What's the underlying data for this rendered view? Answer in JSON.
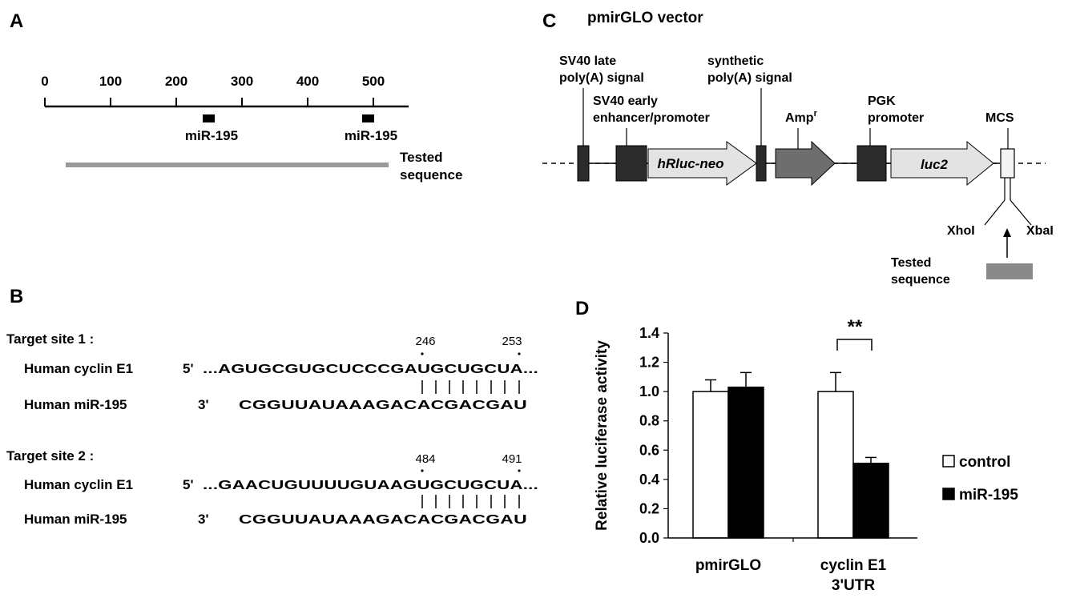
{
  "panel_a": {
    "label": "A",
    "scale_ticks": [
      "0",
      "100",
      "200",
      "300",
      "400",
      "500"
    ],
    "site1_label": "miR-195",
    "site2_label": "miR-195",
    "tested_label_line1": "Tested",
    "tested_label_line2": "sequence"
  },
  "panel_b": {
    "label": "B",
    "site1": {
      "title": "Target site 1 :",
      "pos_start": "246",
      "pos_end": "253",
      "target_name": "Human cyclin E1",
      "target_end": "5'",
      "target_seq": "...AGUGCGUGCUCCCGAUGCUGCUA...",
      "mirna_name": "Human miR-195",
      "mirna_end": "3'",
      "mirna_seq": "CGGUUAUAAAGACACGACGAU"
    },
    "site2": {
      "title": "Target site 2 :",
      "pos_start": "484",
      "pos_end": "491",
      "target_name": "Human cyclin E1",
      "target_end": "5'",
      "target_seq": "...GAACUGUUUUGUAAGUGCUGCUA...",
      "mirna_name": "Human miR-195",
      "mirna_end": "3'",
      "mirna_seq": "CGGUUAUAAAGACACGACGAU"
    }
  },
  "panel_c": {
    "label": "C",
    "title": "pmirGLO vector",
    "sv40_late_1": "SV40 late",
    "sv40_late_2": "poly(A) signal",
    "sv40_early_1": "SV40 early",
    "sv40_early_2": "enhancer/promoter",
    "synthetic_1": "synthetic",
    "synthetic_2": "poly(A) signal",
    "amp": "Amp",
    "amp_sup": "r",
    "pgk_1": "PGK",
    "pgk_2": "promoter",
    "mcs": "MCS",
    "hrluc": "hRluc-neo",
    "luc2": "luc2",
    "xhoi": "XhoI",
    "xbai": "XbaI",
    "tested_1": "Tested",
    "tested_2": "sequence",
    "colors": {
      "dark_box": "#2b2b2b",
      "amp_arrow": "#6e6e6e",
      "gene_arrow": "#e3e3e3",
      "tested_bar": "#8a8a8a"
    }
  },
  "panel_d": {
    "label": "D",
    "significance": "**",
    "legend": [
      {
        "name": "control",
        "color": "#ffffff"
      },
      {
        "name": "miR-195",
        "color": "#000000"
      }
    ]
  },
  "chart_data": {
    "type": "bar",
    "categories": [
      "pmirGLO",
      "cyclin E1 3'UTR"
    ],
    "category_lines": [
      [
        "pmirGLO"
      ],
      [
        "cyclin E1",
        "3'UTR"
      ]
    ],
    "series": [
      {
        "name": "control",
        "values": [
          1.0,
          1.0
        ],
        "errors": [
          0.08,
          0.13
        ],
        "color": "#ffffff"
      },
      {
        "name": "miR-195",
        "values": [
          1.03,
          0.51
        ],
        "errors": [
          0.1,
          0.04
        ],
        "color": "#000000"
      }
    ],
    "ylabel": "Relative luciferase activity",
    "ylim": [
      0,
      1.4
    ],
    "yticks": [
      "0.0",
      "0.2",
      "0.4",
      "0.6",
      "0.8",
      "1.0",
      "1.2",
      "1.4"
    ],
    "legend_position": "right",
    "grid": false
  }
}
